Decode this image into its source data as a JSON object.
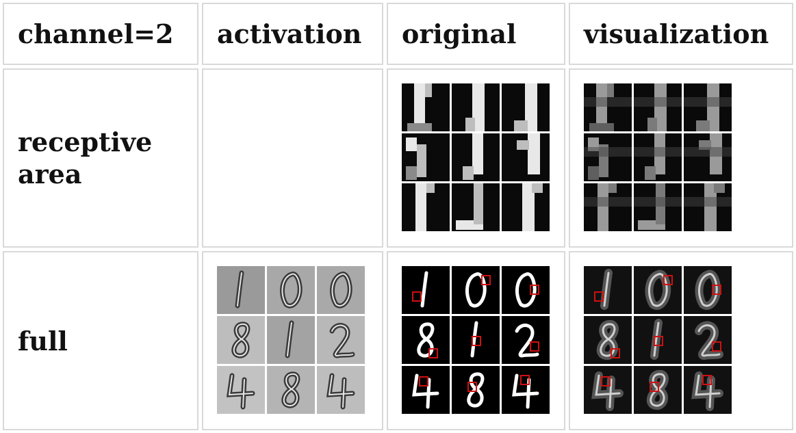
{
  "headers": {
    "channel": "channel=2",
    "activation": "activation",
    "original": "original",
    "visualization": "visualization"
  },
  "rows": {
    "receptive": {
      "line1": "receptive",
      "line2": "area"
    },
    "full": {
      "label": "full"
    }
  },
  "images": {
    "receptive_original": "3x3 grid of cropped digit patches",
    "receptive_visualization": "3x3 grid of visualized digit patches",
    "full_activation": "3x3 grid of activation maps",
    "full_original": "3x3 grid of digits with red boxes",
    "full_visualization": "3x3 grid of visualized digits with red boxes"
  },
  "digits": [
    "1",
    "0",
    "0",
    "8",
    "1",
    "2",
    "4",
    "8",
    "4"
  ]
}
